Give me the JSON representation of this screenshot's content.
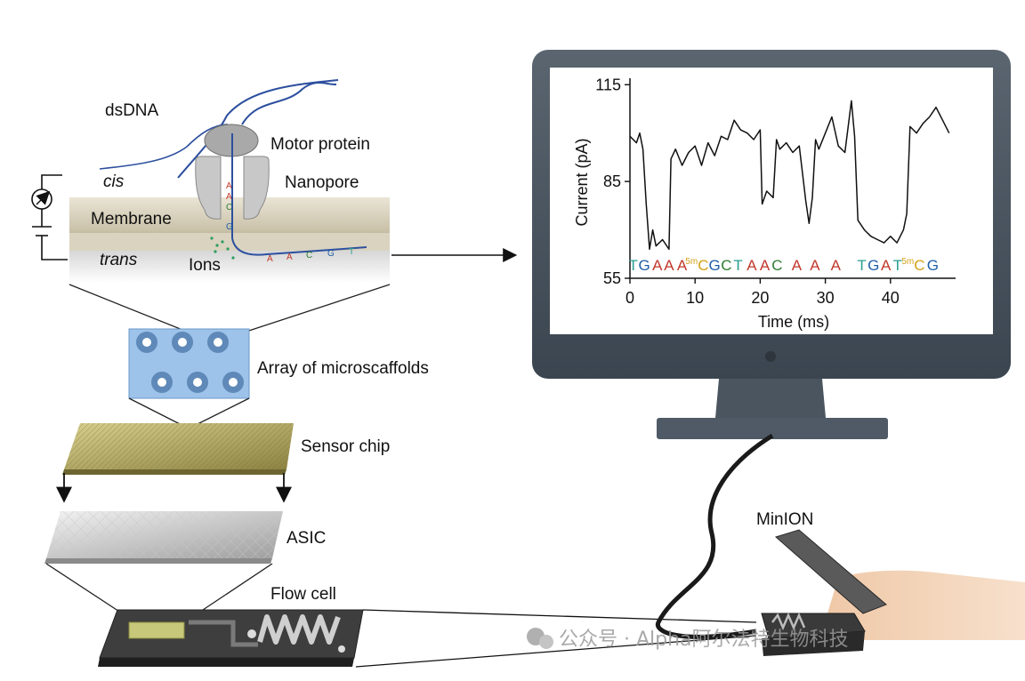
{
  "labels": {
    "dsdna": "dsDNA",
    "motor_protein": "Motor protein",
    "cis": "cis",
    "nanopore": "Nanopore",
    "membrane": "Membrane",
    "trans": "trans",
    "ions": "Ions",
    "array": "Array of microscaffolds",
    "sensor_chip": "Sensor chip",
    "asic": "ASIC",
    "flow_cell": "Flow cell",
    "minion": "MinION"
  },
  "watermark": "公众号 · Alpha阿尔法特生物科技",
  "colors": {
    "A": "#c0392b",
    "C": "#2e7d32",
    "G": "#1f5fa8",
    "T": "#2a9d8f",
    "5mC": "#d4a017"
  },
  "chart_data": {
    "type": "line",
    "xlabel": "Time (ms)",
    "ylabel": "Current (pA)",
    "xlim": [
      0,
      50
    ],
    "ylim": [
      55,
      117
    ],
    "xticks": [
      0,
      10,
      20,
      30,
      40
    ],
    "yticks": [
      55,
      85,
      115
    ],
    "x_tick_labels": [
      "0",
      "10",
      "20",
      "30",
      "40"
    ],
    "y_tick_labels": [
      "55",
      "85",
      "115"
    ],
    "series": [
      {
        "x": [
          0,
          1,
          1.5,
          2,
          2.5,
          3,
          3.5,
          4,
          5,
          6,
          6.3,
          7,
          8,
          9,
          10,
          11,
          12,
          13,
          14,
          15,
          16,
          17,
          18,
          19,
          20,
          20.3,
          21,
          22,
          22.5,
          23,
          24,
          25,
          26,
          27,
          27.5,
          28,
          28.5,
          29,
          30,
          31,
          32,
          33,
          34,
          34.5,
          35,
          36,
          37,
          38,
          39,
          40,
          41,
          42,
          42.5,
          43,
          44,
          45,
          46,
          47,
          48,
          49
        ],
        "values": [
          99,
          97,
          100,
          95,
          78,
          64,
          70,
          65,
          67,
          64,
          92,
          95,
          90,
          94,
          96,
          90,
          97,
          93,
          99,
          98,
          104,
          101,
          100,
          98,
          101,
          78,
          82,
          80,
          98,
          95,
          97,
          94,
          96,
          79,
          72,
          80,
          98,
          95,
          100,
          105,
          96,
          94,
          110,
          99,
          73,
          70,
          68,
          67,
          66,
          68,
          66,
          70,
          75,
          102,
          100,
          103,
          105,
          108,
          104,
          100
        ]
      }
    ],
    "base_labels": [
      {
        "text": "T",
        "x": 0.5,
        "type": "T"
      },
      {
        "text": "G",
        "x": 2.2,
        "type": "G"
      },
      {
        "text": "A",
        "x": 4.2,
        "type": "A"
      },
      {
        "text": "A",
        "x": 6.0,
        "type": "A"
      },
      {
        "text": "A",
        "x": 8.0,
        "type": "A"
      },
      {
        "text": "5mC",
        "x": 10.3,
        "type": "5mC"
      },
      {
        "text": "G",
        "x": 13.0,
        "type": "G"
      },
      {
        "text": "C",
        "x": 14.8,
        "type": "C"
      },
      {
        "text": "T",
        "x": 16.6,
        "type": "T"
      },
      {
        "text": "A",
        "x": 18.7,
        "type": "A"
      },
      {
        "text": "A",
        "x": 20.7,
        "type": "A"
      },
      {
        "text": "C",
        "x": 22.6,
        "type": "C"
      },
      {
        "text": "A",
        "x": 25.6,
        "type": "A"
      },
      {
        "text": "A",
        "x": 28.4,
        "type": "A"
      },
      {
        "text": "A",
        "x": 31.6,
        "type": "A"
      },
      {
        "text": "T",
        "x": 35.6,
        "type": "T"
      },
      {
        "text": "G",
        "x": 37.4,
        "type": "G"
      },
      {
        "text": "A",
        "x": 39.3,
        "type": "A"
      },
      {
        "text": "T",
        "x": 41.1,
        "type": "T"
      },
      {
        "text": "5mC",
        "x": 43.5,
        "type": "5mC"
      },
      {
        "text": "G",
        "x": 46.5,
        "type": "G"
      }
    ]
  }
}
